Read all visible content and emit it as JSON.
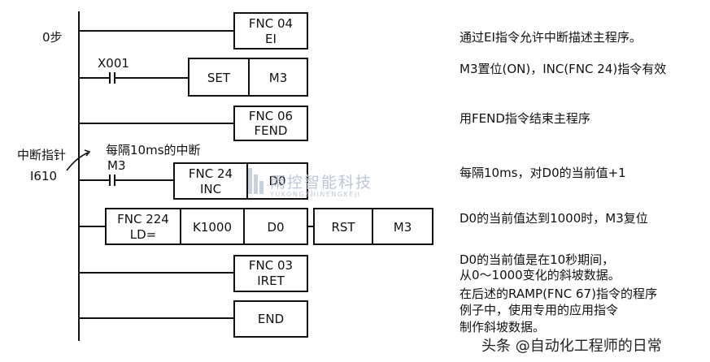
{
  "left_labels": {
    "step0": "0步",
    "interrupt_pointer": "中断指针",
    "pointer_id": "I610"
  },
  "contacts": {
    "x001": "X001",
    "m3": "M3",
    "interval_note": "每隔10ms的中断"
  },
  "instructions": {
    "fnc04_code": "FNC 04",
    "fnc04_name": "EI",
    "set_op": "SET",
    "set_arg": "M3",
    "fnc06_code": "FNC 06",
    "fnc06_name": "FEND",
    "fnc24_code": "FNC 24",
    "fnc24_name": "INC",
    "fnc24_arg": "D0",
    "fnc224_code": "FNC 224",
    "fnc224_name": "LD=",
    "fnc224_arg1": "K1000",
    "fnc224_arg2": "D0",
    "rst_op": "RST",
    "rst_arg": "M3",
    "fnc03_code": "FNC 03",
    "fnc03_name": "IRET",
    "end": "END"
  },
  "comments": {
    "c1": "通过EI指令允许中断描述主程序。",
    "c2": "M3置位(ON)，INC(FNC 24)指令有效",
    "c3": "用FEND指令结束主程序",
    "c4": "每隔10ms，对D0的当前值+1",
    "c5": "D0的当前值达到1000时，M3复位",
    "c6_lines": [
      "D0的当前值是在10秒期间，",
      "从0～1000变化的斜坡数据。",
      "在后述的RAMP(FNC 67)指令的程序",
      "例子中，使用专用的应用指令",
      "制作斜坡数据。"
    ]
  },
  "watermark": {
    "name": "雨控智能科技",
    "pinyin": "YUKONGZHINENGKEJI"
  },
  "credit": "头条 @自动化工程师的日常",
  "colors": {
    "line": "#111111",
    "watermark": "#bcc6d6"
  }
}
